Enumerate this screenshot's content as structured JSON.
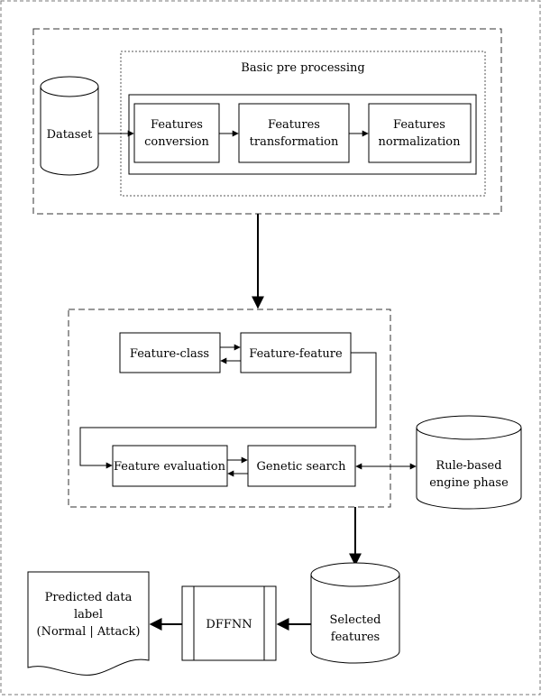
{
  "preprocessing": {
    "title": "Basic pre processing",
    "dataset": "Dataset",
    "steps": [
      [
        "Features",
        "conversion"
      ],
      [
        "Features",
        "transformation"
      ],
      [
        "Features",
        "normalization"
      ]
    ]
  },
  "feature_selection": {
    "feature_class": "Feature-class",
    "feature_feature": "Feature-feature",
    "feature_evaluation": "Feature evaluation",
    "genetic_search": "Genetic search"
  },
  "rule_engine": [
    "Rule-based",
    "engine phase"
  ],
  "selected_features": [
    "Selected",
    "features"
  ],
  "dffnn": "DFFNN",
  "prediction": [
    "Predicted data",
    "label",
    "(Normal | Attack)"
  ]
}
